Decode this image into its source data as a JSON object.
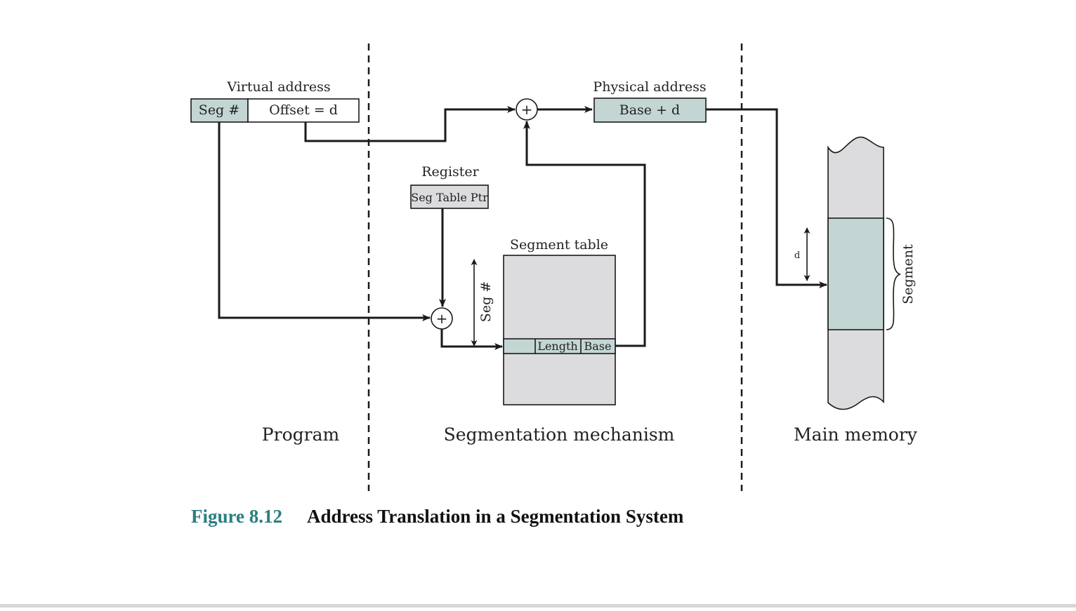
{
  "virtual_address": {
    "label": "Virtual address",
    "seg_field": "Seg #",
    "offset_field": "Offset = d"
  },
  "physical_address": {
    "label": "Physical address",
    "value": "Base + d"
  },
  "register": {
    "label": "Register",
    "value": "Seg Table Ptr"
  },
  "segment_table": {
    "label": "Segment table",
    "length_col": "Length",
    "base_col": "Base",
    "index_label": "Seg #"
  },
  "adders": {
    "symbol": "+"
  },
  "main_memory": {
    "segment_label": "Segment",
    "offset_label": "d"
  },
  "regions": {
    "program": "Program",
    "mechanism": "Segmentation mechanism",
    "memory": "Main memory"
  },
  "caption": {
    "number": "Figure 8.12",
    "title": "Address Translation in a Segmentation System"
  },
  "colors": {
    "teal_fill": "#c3d6d4",
    "gray_fill": "#dcdcde",
    "caption_teal": "#2a7f80"
  }
}
